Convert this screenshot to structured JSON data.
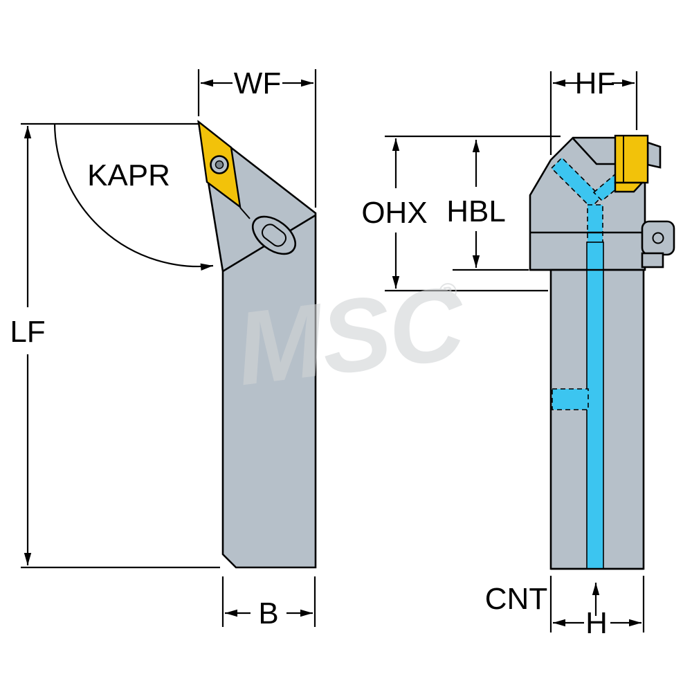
{
  "watermark": {
    "text": "MSC",
    "registered": "®"
  },
  "labels": {
    "wf": "WF",
    "kapr": "KAPR",
    "lf": "LF",
    "b": "B",
    "hf": "HF",
    "ohx": "OHX",
    "hbl": "HBL",
    "cnt": "CNT",
    "h": "H"
  },
  "colors": {
    "body_gray": "#b6c0c9",
    "insert_yellow": "#f2c20a",
    "coolant_blue": "#3cc5f0",
    "outline_black": "#000000",
    "watermark_gray": "#d2d4d6",
    "background": "#ffffff"
  }
}
